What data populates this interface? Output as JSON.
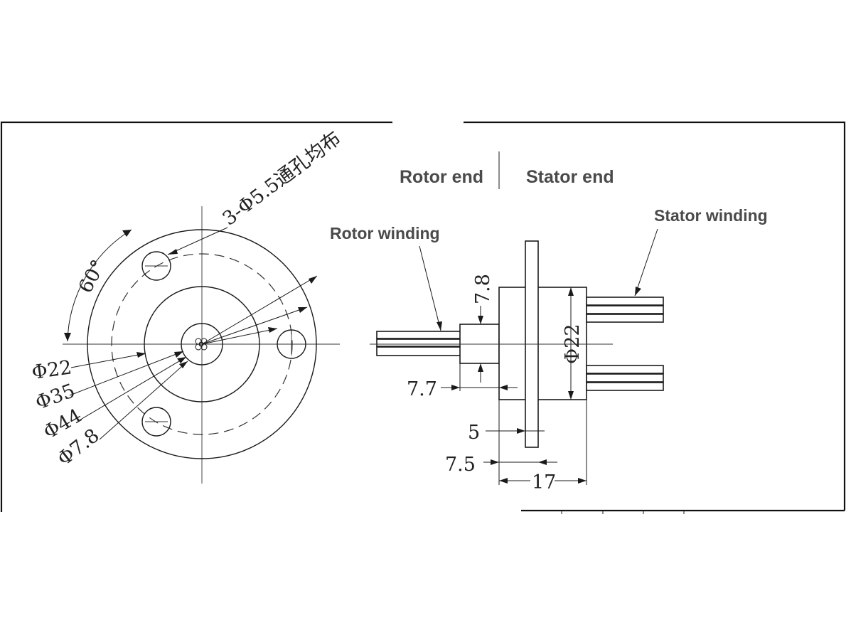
{
  "labels": {
    "rotor_end": "Rotor end",
    "stator_end": "Stator end",
    "rotor_winding": "Rotor winding",
    "stator_winding": "Stator winding"
  },
  "dimensions": {
    "holes": "3-Φ5.5通孔均布",
    "angle": "60°",
    "d22": "Φ22",
    "d35": "Φ35",
    "d44": "Φ44",
    "d7_8": "Φ7.8",
    "side_7_8": "7.8",
    "side_phi22": "Φ22",
    "side_7_7": "7.7",
    "side_5": "5",
    "side_7_5": "7.5",
    "side_17": "17"
  },
  "colors": {
    "line": "#1a1a1a",
    "label": "#4a4a4a",
    "background": "#ffffff"
  }
}
